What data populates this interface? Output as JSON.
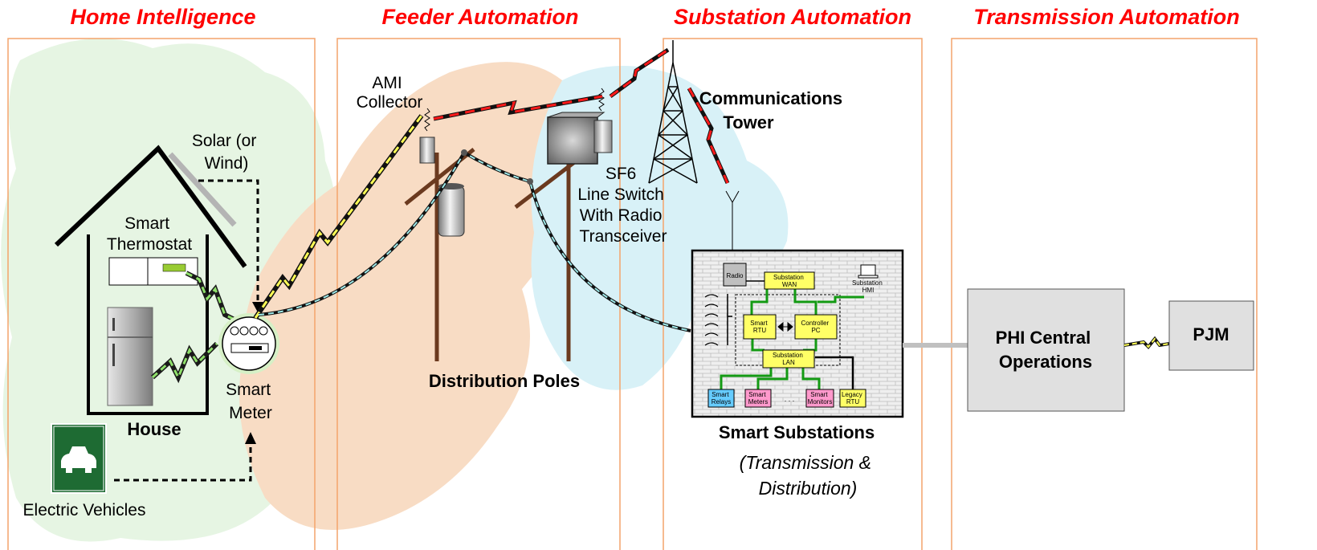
{
  "sections": {
    "home": "Home Intelligence",
    "feeder": "Feeder Automation",
    "substation": "Substation Automation",
    "transmission": "Transmission Automation"
  },
  "labels": {
    "solar": [
      "Solar (or",
      "Wind)"
    ],
    "thermostat": [
      "Smart",
      "Thermostat"
    ],
    "house": "House",
    "smart_meter": [
      "Smart",
      "Meter"
    ],
    "electric_vehicles": "Electric Vehicles",
    "ami_collector": [
      "AMI",
      "Collector"
    ],
    "distribution_poles": "Distribution Poles",
    "sf6": [
      "SF6",
      "Line Switch",
      "With Radio",
      "Transceiver"
    ],
    "comm_tower": [
      "Communications",
      "Tower"
    ],
    "smart_substations": "Smart Substations",
    "trans_dist": [
      "(Transmission &",
      "Distribution)"
    ],
    "phi": [
      "PHI Central",
      "Operations"
    ],
    "pjm": "PJM"
  },
  "substation_panel": {
    "radio": "Radio",
    "wan": [
      "Substation",
      "WAN"
    ],
    "hmi": [
      "Substation",
      "HMI"
    ],
    "rtu": [
      "Smart",
      "RTU"
    ],
    "controller": [
      "Controller",
      "PC"
    ],
    "lan": [
      "Substation",
      "LAN"
    ],
    "relays": [
      "Smart",
      "Relays"
    ],
    "meters": [
      "Smart",
      "Meters"
    ],
    "dots": ". . .",
    "monitors": [
      "Smart",
      "Monitors"
    ],
    "legacy": [
      "Legacy",
      "RTU"
    ]
  },
  "colors": {
    "header_red": "#ff0000",
    "frame_orange": "#f4a46b",
    "cloud_green": "#e6f5e3",
    "cloud_peach": "#f8dcc4",
    "cloud_blue": "#d8f1f7",
    "pole_brown": "#6b3a1f",
    "yellow_box": "#ffff66",
    "pink_box": "#ff99cc",
    "blue_box": "#66ccff",
    "ops_gray": "#e0e0e0"
  }
}
